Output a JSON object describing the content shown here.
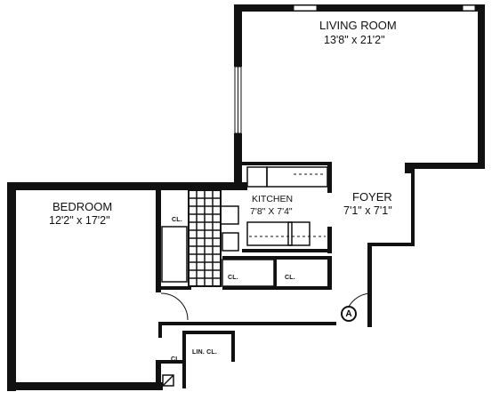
{
  "rooms": {
    "living_room": {
      "name": "LIVING ROOM",
      "dimensions": "13'8\" x 21'2\""
    },
    "bedroom": {
      "name": "BEDROOM",
      "dimensions": "12'2\" x 17'2\""
    },
    "kitchen": {
      "name": "KITCHEN",
      "dimensions": "7'8\" X 7'4\""
    },
    "foyer": {
      "name": "FOYER",
      "dimensions": "7'1\" x 7'1\""
    }
  },
  "closets": {
    "bedroom_closet": "CL.",
    "kitchen_closet_left": "CL.",
    "kitchen_closet_right": "CL.",
    "linen_closet": "LIN. CL.",
    "hall_closet": "CL."
  },
  "entry_marker": "A",
  "colors": {
    "wall": "#111111",
    "background": "#ffffff"
  }
}
